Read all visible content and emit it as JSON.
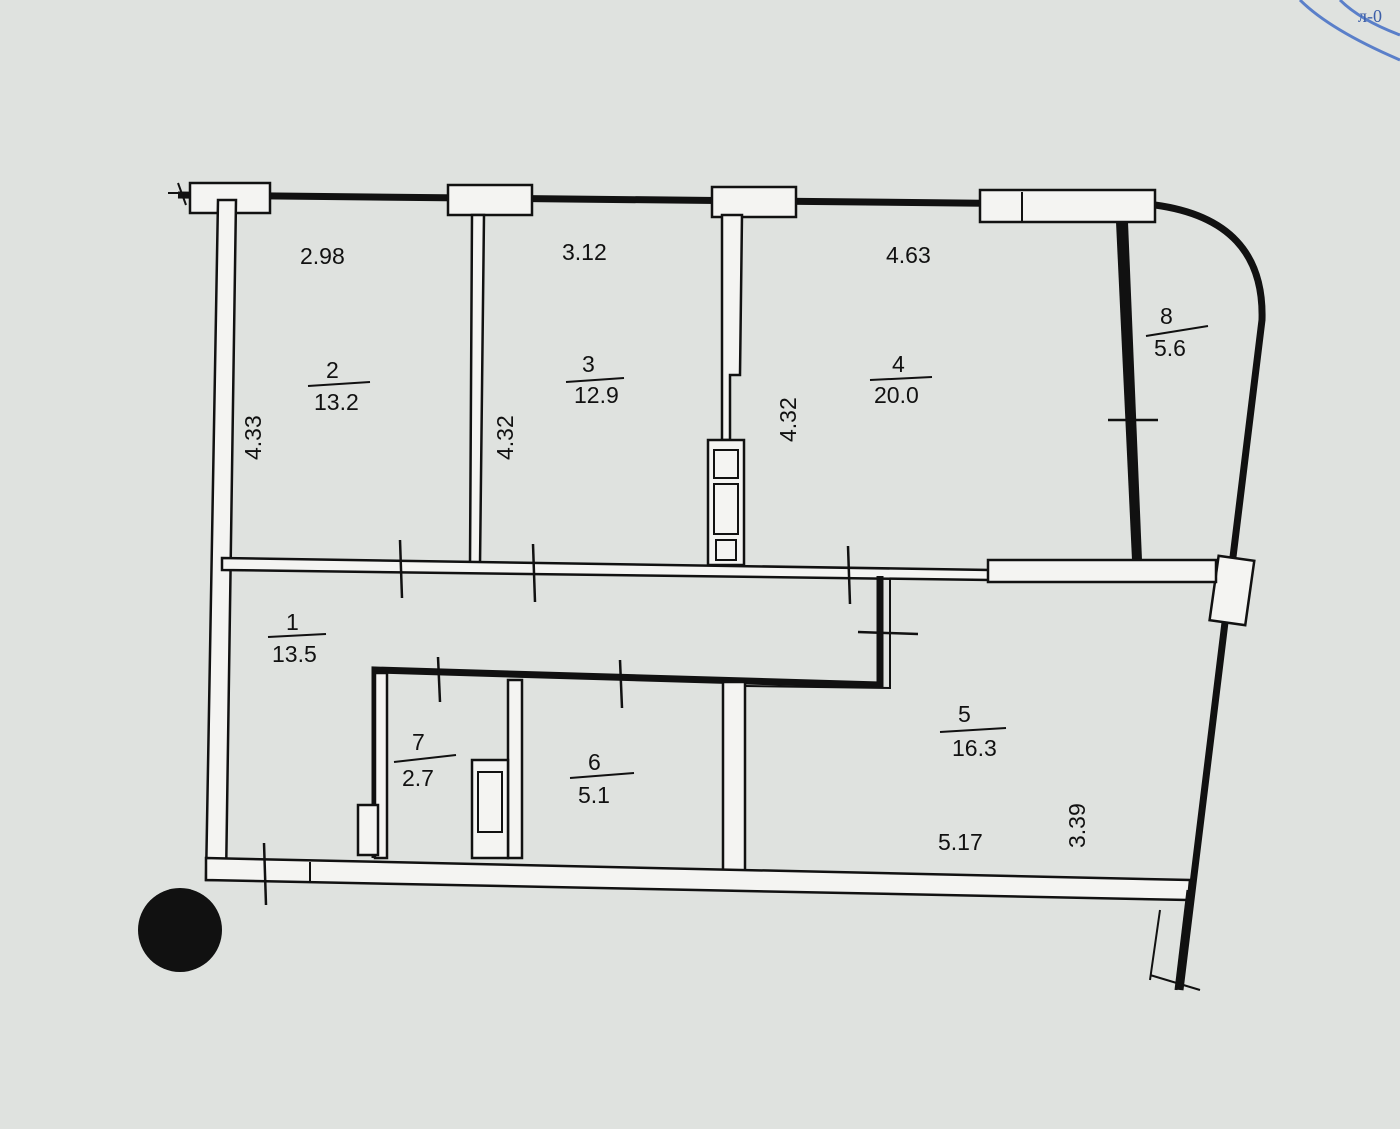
{
  "rooms": [
    {
      "number": "1",
      "area": "13.5"
    },
    {
      "number": "2",
      "area": "13.2"
    },
    {
      "number": "3",
      "area": "12.9"
    },
    {
      "number": "4",
      "area": "20.0"
    },
    {
      "number": "5",
      "area": "16.3"
    },
    {
      "number": "6",
      "area": "5.1"
    },
    {
      "number": "7",
      "area": "2.7"
    },
    {
      "number": "8",
      "area": "5.6"
    }
  ],
  "dimensions": {
    "room2_width": "2.98",
    "room3_width": "3.12",
    "room4_width": "4.63",
    "room2_depth": "4.33",
    "room3_depth": "4.32",
    "room4_depth": "4.32",
    "room5_width": "5.17",
    "room5_depth": "3.39"
  },
  "stamp_text": "л-0"
}
